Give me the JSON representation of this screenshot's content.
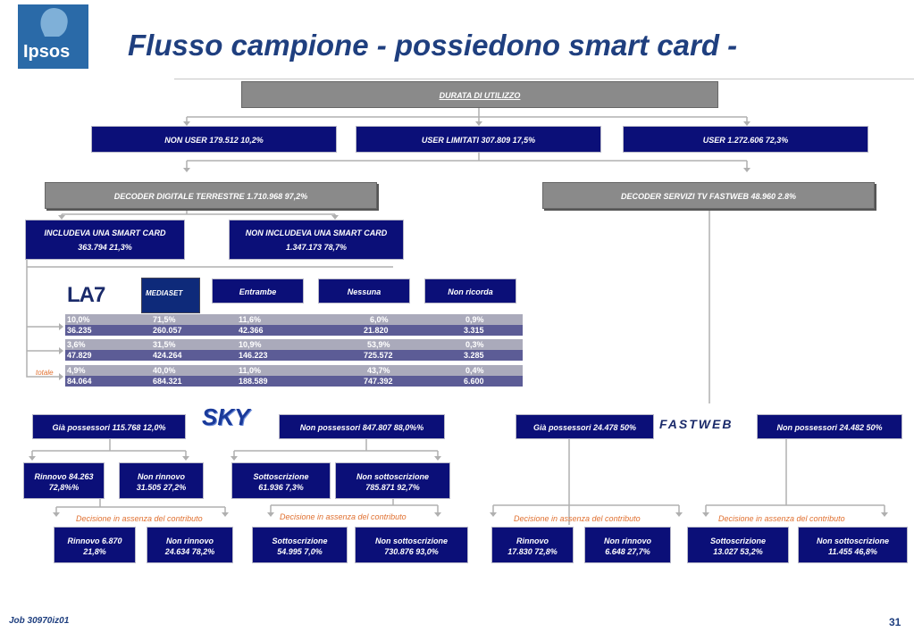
{
  "title": "Flusso campione  - possiedono smart card -",
  "logo_text": "Ipsos",
  "durata": "DURATA DI UTILIZZO",
  "users": {
    "non_user": "NON USER    179.512    10,2%",
    "limitati": "USER LIMITATI     307.809      17,5%",
    "user": "USER    1.272.606      72,3%"
  },
  "decoder": {
    "dtt": "DECODER DIGITALE TERRESTRE   1.710.968   97,2%",
    "fastweb": "DECODER SERVIZI TV FASTWEB    48.960      2.8%"
  },
  "smart": {
    "incl_label": "INCLUDEVA UNA SMART CARD",
    "incl_val": "363.794    21,3%",
    "nonincl_label": "NON INCLUDEVA UNA SMART CARD",
    "nonincl_val": "1.347.173     78,7%"
  },
  "logos": {
    "la7": "LA7",
    "mediaset": "MEDIASET",
    "sky": "SKY",
    "fastweb": "FASTWEB"
  },
  "columns": {
    "entrambe": "Entrambe",
    "nessuna": "Nessuna",
    "non_ricorda": "Non ricorda"
  },
  "totale_label": "totale",
  "table": [
    {
      "pct": [
        "10,0%",
        "71,5%",
        "11,6%",
        "6,0%",
        "0,9%"
      ],
      "val": [
        "36.235",
        "260.057",
        "42.366",
        "21.820",
        "3.315"
      ]
    },
    {
      "pct": [
        "3,6%",
        "31,5%",
        "10,9%",
        "53,9%",
        "0,3%"
      ],
      "val": [
        "47.829",
        "424.264",
        "146.223",
        "725.572",
        "3.285"
      ]
    },
    {
      "pct": [
        "4,9%",
        "40,0%",
        "11,0%",
        "43,7%",
        "0,4%"
      ],
      "val": [
        "84.064",
        "684.321",
        "188.589",
        "747.392",
        "6.600"
      ]
    }
  ],
  "sky": {
    "gia": "Già possessori      115.768    12,0%",
    "non": "Non  possessori     847.807      88,0%%",
    "rinnovo": [
      "Rinnovo 84.263",
      "72,8%%"
    ],
    "non_rinnovo": [
      "Non rinnovo",
      "31.505    27,2%"
    ],
    "sottoscrizione": [
      "Sottoscrizione",
      "61.936   7,3%"
    ],
    "non_sottoscrizione": [
      "Non sottoscrizione",
      "785.871   92,7%"
    ]
  },
  "fastweb": {
    "gia": "Già possessori     24.478      50%",
    "non": "Non  possessori  24.482   50%"
  },
  "decisione": "Decisione in assenza del contributo",
  "bottom": [
    [
      "Rinnovo    6.870",
      "21,8%"
    ],
    [
      "Non rinnovo",
      "24.634  78,2%"
    ],
    [
      "Sottoscrizione",
      "54.995     7,0%"
    ],
    [
      "Non sottoscrizione",
      "730.876    93,0%"
    ],
    [
      "Rinnovo",
      "17.830   72,8%"
    ],
    [
      "Non rinnovo",
      "6.648 27,7%"
    ],
    [
      "Sottoscrizione",
      "13.027   53,2%"
    ],
    [
      "Non sottoscrizione",
      "11.455    46,8%"
    ]
  ],
  "footer": {
    "job": "Job 30970iz01",
    "page": "31"
  }
}
